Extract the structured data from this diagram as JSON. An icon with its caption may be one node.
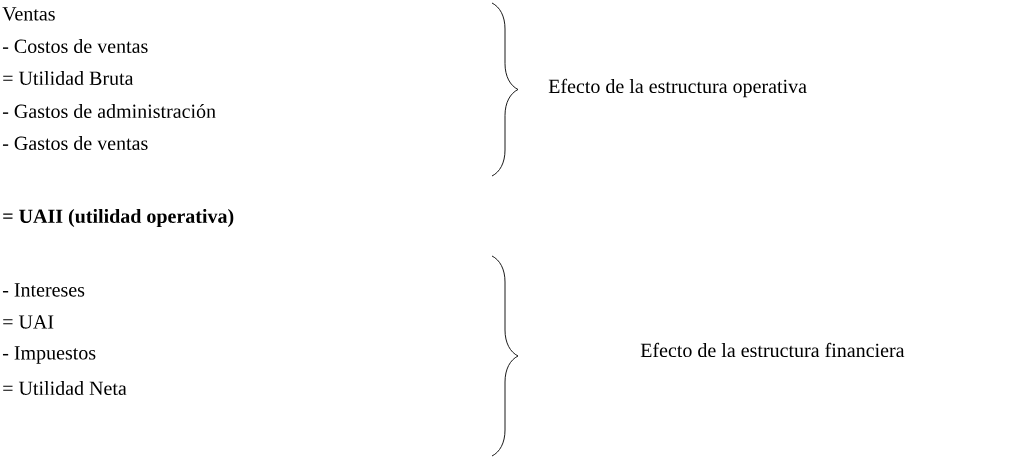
{
  "diagram": {
    "labels": [
      "Ventas",
      "- Costos de ventas",
      "= Utilidad Bruta",
      "- Gastos de administración",
      "- Gastos de ventas",
      "= UAII (utilidad operativa)",
      "- Intereses",
      "= UAI",
      "- Impuestos",
      "= Utilidad Neta",
      "Efecto de la estructura operativa",
      "Efecto de la estructura financiera"
    ]
  }
}
